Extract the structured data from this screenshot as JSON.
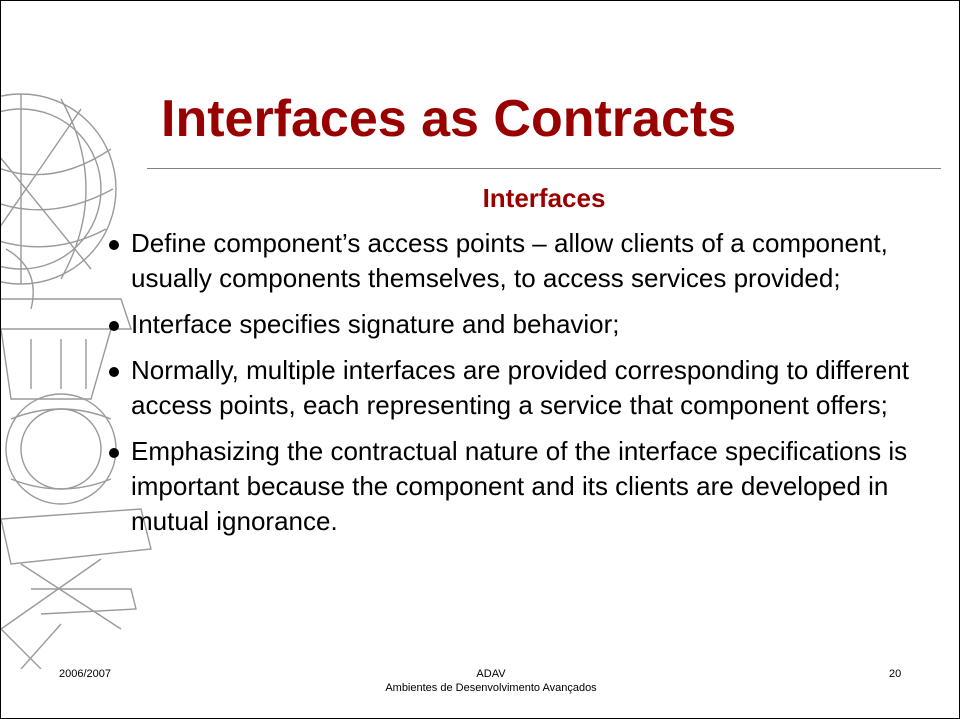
{
  "slide": {
    "title": "Interfaces as Contracts",
    "subtitle": "Interfaces",
    "bullets": [
      "Define component’s access points – allow clients of a component, usually components themselves, to access services provided;",
      "Interface specifies signature and behavior;",
      "Normally, multiple interfaces are provided corresponding to different access points, each representing a service that component offers;",
      "Emphasizing the contractual nature of the interface specifications is important because the component and its clients are developed in mutual ignorance."
    ],
    "emblem_icon": "university-crest-icon"
  },
  "footer": {
    "date": "2006/2007",
    "course_code": "ADAV",
    "course_name": "Ambientes de Desenvolvimento Avançados",
    "page_number": "20"
  },
  "colors": {
    "title": "#990000",
    "rule": "#808080"
  }
}
